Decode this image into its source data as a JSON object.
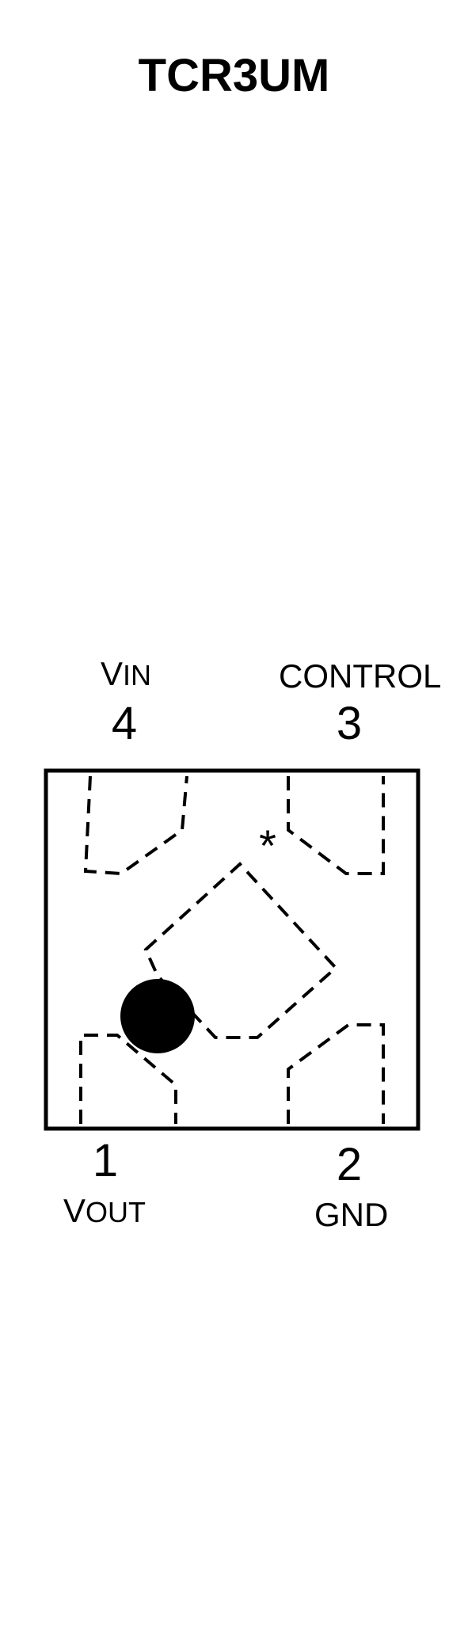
{
  "title": "TCR3UM",
  "pins": {
    "pin4": {
      "number": "4",
      "name_first": "V",
      "name_rest": "IN"
    },
    "pin3": {
      "number": "3",
      "name": "CONTROL"
    },
    "pin1": {
      "number": "1",
      "name_first": "V",
      "name_rest": "OUT"
    },
    "pin2": {
      "number": "2",
      "name": "GND"
    }
  },
  "marker": "*"
}
